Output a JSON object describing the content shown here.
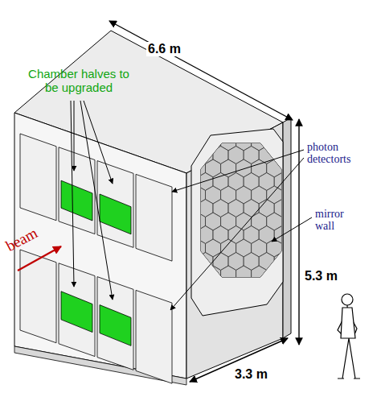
{
  "diagram": {
    "labels": [
      "6.6 m",
      "Chamber halves to be upgraded",
      "photon detectorts",
      "mirror wall",
      "beam",
      "5.3 m",
      "3.3 m"
    ]
  }
}
